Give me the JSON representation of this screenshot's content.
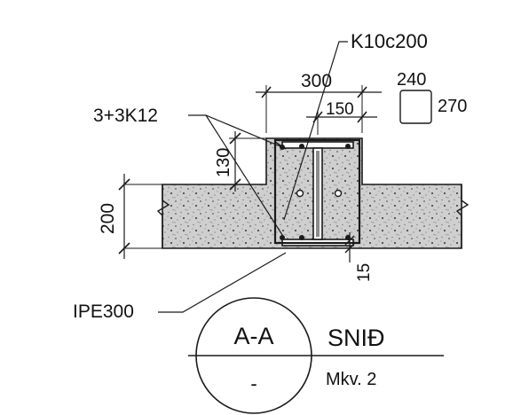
{
  "labels": {
    "stirrup_spec": "K10c200",
    "bars_spec": "3+3K12",
    "beam_profile": "IPE300",
    "dim_width_total": "300",
    "dim_width_inner": "150",
    "dim_slab_thickness": "200",
    "dim_upstand": "130",
    "dim_cover": "15",
    "hole_width": "240",
    "hole_height": "270"
  },
  "section_marker": {
    "id": "A-A",
    "sheet": "-",
    "title": "SNIÐ",
    "scale": "Mkv. 2"
  }
}
